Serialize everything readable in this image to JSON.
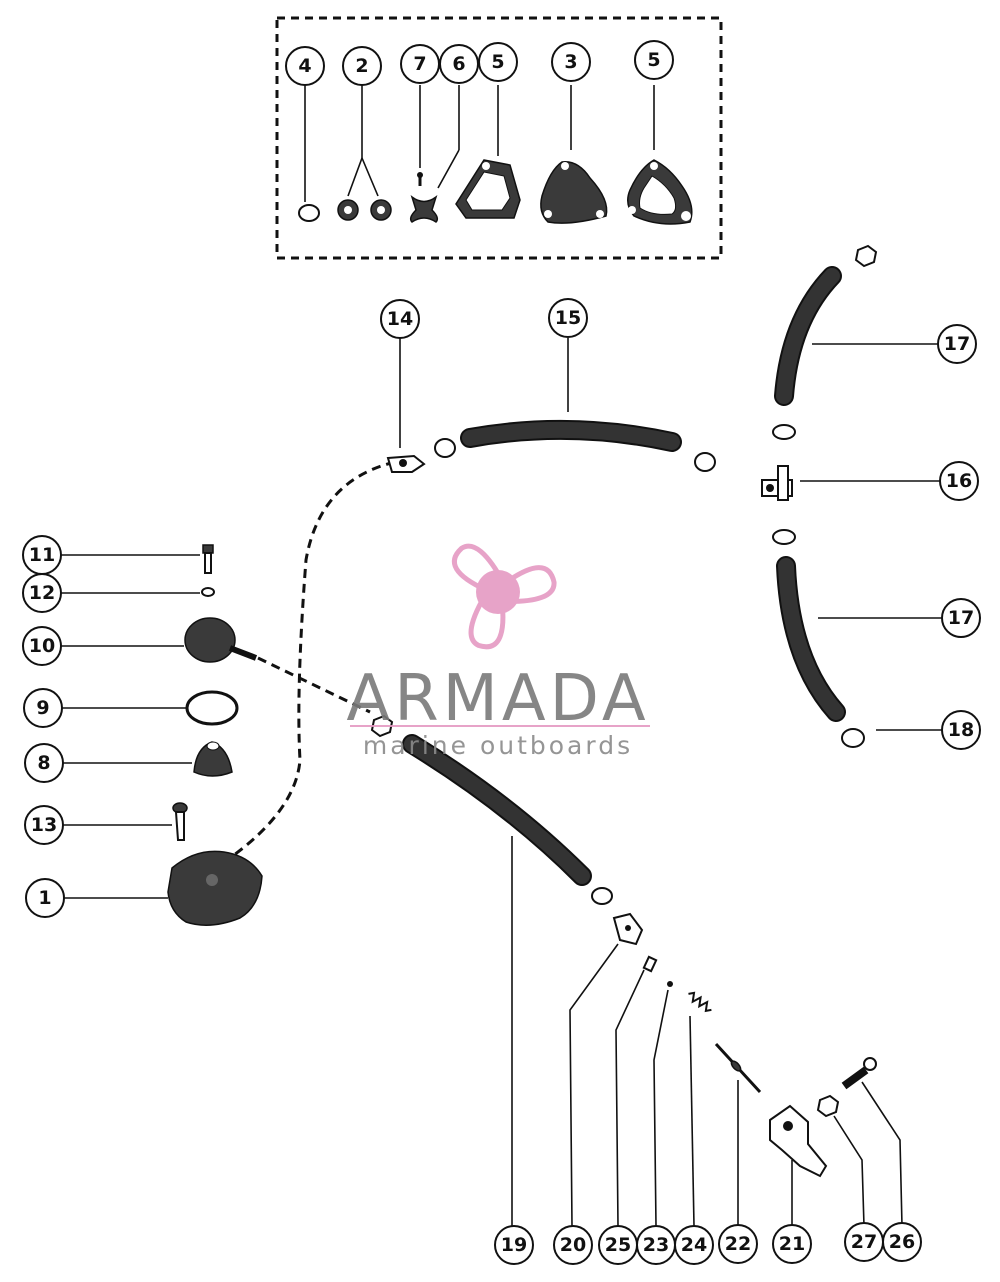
{
  "callouts": {
    "c4": "4",
    "c2": "2",
    "c7": "7",
    "c6": "6",
    "c5a": "5",
    "c3": "3",
    "c5b": "5",
    "c14": "14",
    "c15": "15",
    "c17a": "17",
    "c16": "16",
    "c17b": "17",
    "c18": "18",
    "c11": "11",
    "c12": "12",
    "c10": "10",
    "c9": "9",
    "c8": "8",
    "c13": "13",
    "c1": "1",
    "c19": "19",
    "c20": "20",
    "c25": "25",
    "c23": "23",
    "c24": "24",
    "c22": "22",
    "c21": "21",
    "c27": "27",
    "c26": "26"
  },
  "watermark": {
    "brand": "ARMADA",
    "tagline": "marine outboards",
    "colors": {
      "logo": "#e59ac3",
      "text": "#7a7a7a"
    }
  },
  "colors": {
    "ink": "#111111",
    "fill": "#3a3a3a",
    "background": "#ffffff"
  }
}
